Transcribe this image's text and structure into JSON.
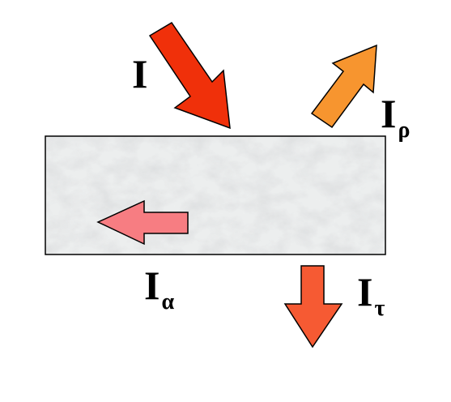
{
  "labels": {
    "incident": {
      "main": "I",
      "sub": ""
    },
    "reflected": {
      "main": "I",
      "sub": "ρ"
    },
    "absorbed": {
      "main": "I",
      "sub": "α"
    },
    "transmitted": {
      "main": "I",
      "sub": "τ"
    }
  },
  "colors": {
    "incident_arrow": "#f0300a",
    "reflected_arrow": "#f7952f",
    "absorbed_arrow": "#f77d82",
    "transmitted_arrow": "#f65a33",
    "slab_base": "#eceeee",
    "slab_border": "#000000"
  }
}
